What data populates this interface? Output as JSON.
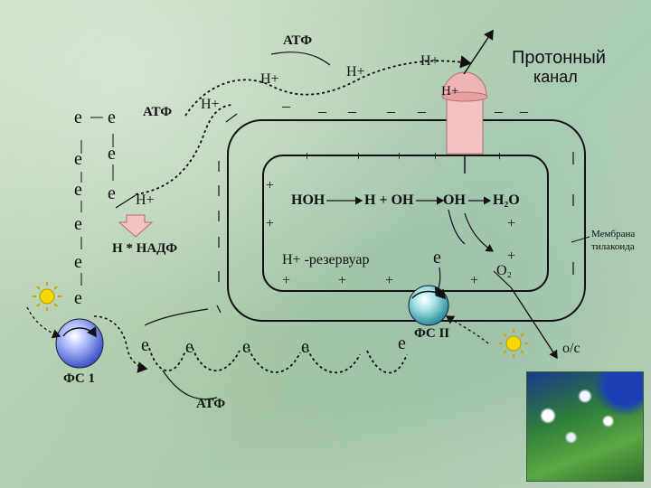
{
  "labels": {
    "atf_top": "АТФ",
    "atf_left": "АТФ",
    "atf_bottom": "АТФ",
    "hplus_1": "Н+",
    "hplus_2": "Н+",
    "hplus_3": "Н+",
    "hplus_4": "Н+",
    "hplus_channel": "Н+",
    "hplus_left": "Н+",
    "proton_channel_line1": "Протонный",
    "proton_channel_line2": "канал",
    "h_nadf": "Н * НАДФ",
    "hoh": "НОН",
    "h_plus_oh": "Н + ОН",
    "oh": "ОН",
    "h2o": "Н₂О",
    "h_reservoir": "Н+ -резервуар",
    "e_inner": "е",
    "o2": "О₂",
    "membrane_line1": "Мембрана",
    "membrane_line2": "тилакоида",
    "ps1": "ФС 1",
    "ps2": "ФС II",
    "oc": "о/с",
    "plus": "+",
    "minus": "–",
    "e": "е"
  },
  "colors": {
    "channel": "#f3c2c2",
    "channel_stroke": "#b07070",
    "chain": "#111111",
    "sun": "#f4d800"
  },
  "icons": [
    "sun-icon",
    "sphere-icon",
    "leaf-photo"
  ]
}
